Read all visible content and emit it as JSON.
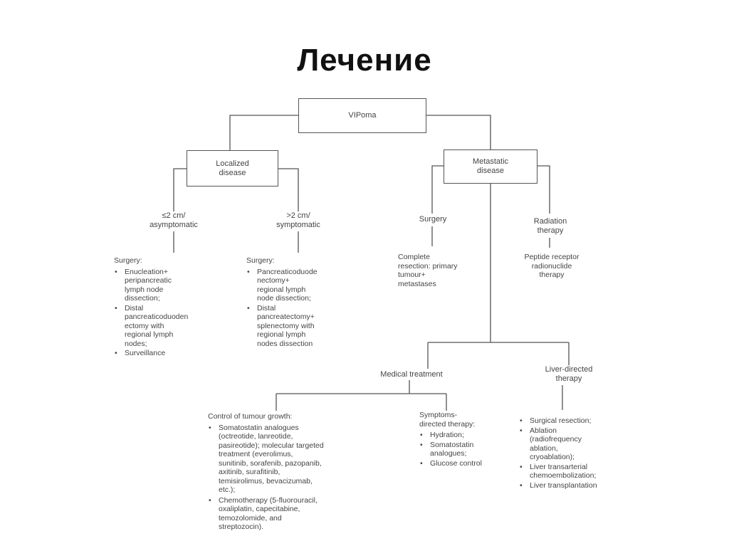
{
  "title": "Лечение",
  "root": "VIPoma",
  "localized": {
    "label": "Localized\ndisease",
    "small": {
      "label": "≤2 cm/\nasymptomatic",
      "heading": "Surgery:",
      "items": [
        "Enucleation+\nperipancreatic\nlymph node\ndissection;",
        "Distal\npancreaticoduoden\nectomy with\nregional lymph\nnodes;",
        "Surveillance"
      ]
    },
    "large": {
      "label": ">2 cm/\nsymptomatic",
      "heading": "Surgery:",
      "items": [
        "Pancreaticoduode\nnectomy+\nregional lymph\nnode dissection;",
        "Distal\npancreatectomy+\nsplenectomy with\nregional lymph\nnodes dissection"
      ]
    }
  },
  "metastatic": {
    "label": "Metastatic\ndisease",
    "surgery": {
      "label": "Surgery",
      "detail": "Complete\nresection: primary\ntumour+\nmetastases"
    },
    "radiation": {
      "label": "Radiation\ntherapy",
      "detail": "Peptide receptor\nradionuclide\ntherapy"
    },
    "medical": {
      "label": "Medical treatment",
      "control": {
        "heading": "Control of tumour growth:",
        "items": [
          "Somatostatin analogues\n(octreotide, lanreotide,\npasireotide); molecular targeted\ntreatment (everolimus,\nsunitinib, sorafenib, pazopanib,\naxitinib, surafitinib,\ntemisirolimus, bevacizumab,\netc.);",
          "Chemotherapy (5-fluorouracil,\noxaliplatin, capecitabine,\ntemozolomide, and\nstreptozocin)."
        ]
      },
      "symptoms": {
        "heading": "Symptoms-\ndirected therapy:",
        "items": [
          "Hydration;",
          "Somatostatin\nanalogues;",
          "Glucose control"
        ]
      }
    },
    "liver": {
      "label": "Liver-directed\ntherapy",
      "items": [
        "Surgical resection;",
        "Ablation\n(radiofrequency\nablation,\ncryoablation);",
        "Liver transarterial\nchemoembolization;",
        "Liver transplantation"
      ]
    }
  },
  "bullet_char": "•",
  "colors": {
    "line": "#555555",
    "text": "#444444",
    "title": "#111111"
  }
}
